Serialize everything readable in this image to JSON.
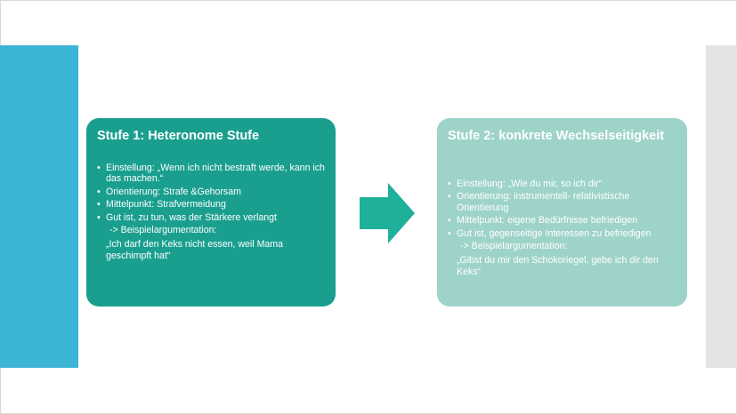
{
  "colors": {
    "left_bar": "#3bb4d6",
    "right_bar": "#e3e3e3",
    "card_1": "#1a9f8f",
    "card_2": "#9ed3c9",
    "arrow": "#1fb09a",
    "text": "#ffffff"
  },
  "stage1": {
    "title": "Stufe 1: Heteronome Stufe",
    "bullets": [
      "Einstellung: „Wenn ich nicht bestraft werde, kann ich das machen.“",
      "Orientierung: Strafe &Gehorsam",
      "Mittelpunkt: Strafvermeidung",
      "Gut ist, zu tun, was der Stärkere verlangt"
    ],
    "example_label": "-> Beispielargumentation:",
    "example_quote": "„Ich darf den Keks nicht essen, weil Mama geschimpft hat“"
  },
  "arrow_icon": "right-arrow-icon",
  "stage2": {
    "title": "Stufe 2: konkrete Wechselseitigkeit",
    "bullets": [
      "Einstellung: „Wie du mir, so ich dir“",
      "Orientierung: instrumentell- relativistische Orientierung",
      "Mittelpunkt: eigene Bedürfnisse befriedigen",
      "Gut ist, gegenseitige Interessen zu befriedigen"
    ],
    "example_label": "-> Beispielargumentation:",
    "example_quote": "„Gibst du mir den Schokoriegel, gebe ich dir den Keks“"
  }
}
